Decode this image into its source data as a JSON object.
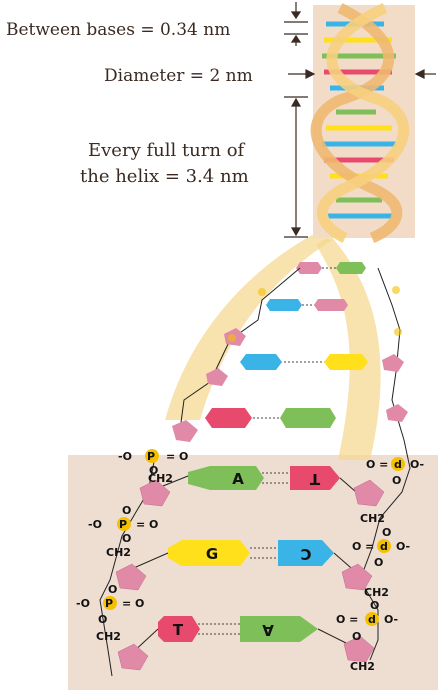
{
  "labels": {
    "between_bases": "Between bases = 0.34 nm",
    "diameter": "Diameter = 2 nm",
    "full_turn_line1": "Every full turn of",
    "full_turn_line2": "the helix = 3.4 nm"
  },
  "base_pairs": [
    {
      "left": "A",
      "right": "T"
    },
    {
      "left": "G",
      "right": "C"
    },
    {
      "left": "T",
      "right": "A"
    }
  ],
  "backbone_left": {
    "phosphate": "P",
    "oxygen": "O",
    "ion": "-O",
    "sugar_group": "CH2",
    "subscript": "2"
  },
  "backbone_right": {
    "phosphate": "d",
    "oxygen": "O",
    "ion": "O-",
    "sugar_group": "CH2"
  },
  "colors": {
    "panel": "#eeddd1",
    "helix_panel": "#f2dcc8",
    "A": "#7fbf5a",
    "T": "#e84a6e",
    "G": "#ffe01a",
    "C": "#3ab4e6",
    "sugar": "#e08aa8",
    "phosphate": "#f5c000",
    "strand": "#f4c97a"
  }
}
